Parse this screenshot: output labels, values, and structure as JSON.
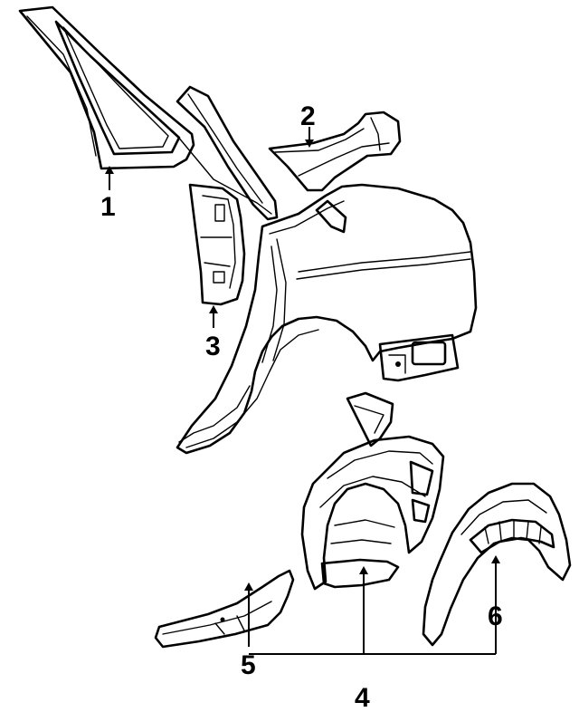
{
  "diagram": {
    "parts": [
      {
        "id": "part-1",
        "label": "1",
        "icon": "quarter-window-frame-icon"
      },
      {
        "id": "part-2",
        "label": "2",
        "icon": "rear-shelf-bracket-icon"
      },
      {
        "id": "part-3",
        "label": "3",
        "icon": "lock-pillar-reinforcement-icon"
      },
      {
        "id": "part-4",
        "label": "4",
        "icon": "wheelhouse-assembly-icon"
      },
      {
        "id": "part-5",
        "label": "5",
        "icon": "rocker-extension-icon"
      },
      {
        "id": "part-6",
        "label": "6",
        "icon": "outer-wheelhouse-icon"
      }
    ],
    "quarter_panel_icon": "quarter-panel-icon",
    "colors": {
      "ink": "#000000",
      "background": "#ffffff"
    }
  }
}
